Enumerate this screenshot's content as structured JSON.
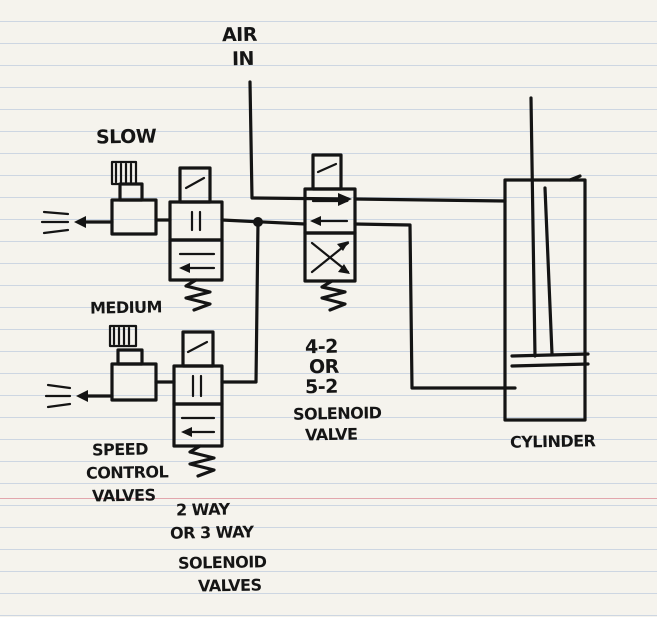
{
  "labels": {
    "air_in_1": "AIR",
    "air_in_2": "IN",
    "slow": "SLOW",
    "medium": "MEDIUM",
    "valve_4_2_line1": "4-2",
    "valve_4_2_line2": "OR",
    "valve_4_2_line3": "5-2",
    "valve_4_2_line4": "SOLENOID",
    "valve_4_2_line5": "VALVE",
    "cylinder": "CYLINDER",
    "speed_control_line1": "SPEED",
    "speed_control_line2": "CONTROL",
    "speed_control_line3": "VALVES",
    "solenoid_valves_line1": "2 WAY",
    "solenoid_valves_line2": "OR 3 WAY",
    "solenoid_valves_line3": "SOLENOID",
    "solenoid_valves_line4": "VALVES"
  },
  "colors": {
    "ink": "#141414",
    "paper": "#f5f3ed",
    "rule_line": "#cdd6e2",
    "margin_line": "#e2a6ad"
  }
}
